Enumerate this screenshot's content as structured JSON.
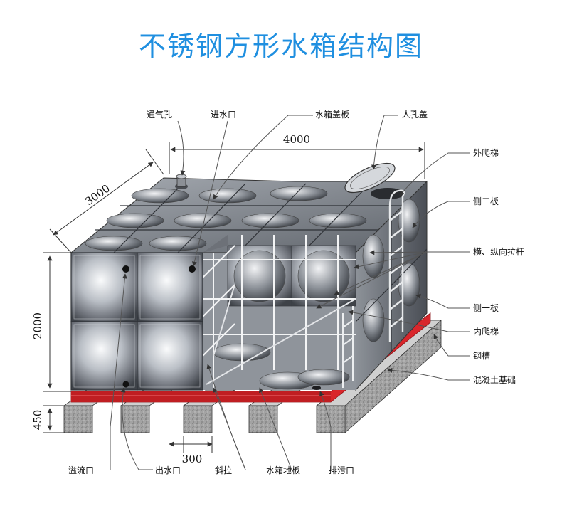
{
  "title": "不锈钢方形水箱结构图",
  "dimensions": {
    "length": "4000",
    "width": "3000",
    "height": "2000",
    "base_height": "450",
    "base_spacing": "300"
  },
  "labels": {
    "vent_hole": "通气孔",
    "water_inlet": "进水口",
    "tank_cover_plate": "水箱盖板",
    "manhole_cover": "人孔盖",
    "outer_ladder": "外爬梯",
    "side_plate_2": "侧二板",
    "tie_rods": "横、纵向拉杆",
    "side_plate_1": "侧一板",
    "inner_ladder": "内爬梯",
    "channel_steel": "钢槽",
    "concrete_foundation": "混凝土基础",
    "overflow": "溢流口",
    "water_outlet": "出水口",
    "diagonal_brace": "斜拉",
    "tank_floor_plate": "水箱地板",
    "drain": "排污口"
  },
  "colors": {
    "title": "#1f8fe0",
    "steel_base": "#c8ccd2",
    "channel_steel": "#d9262b",
    "concrete": "#9a9a9a",
    "leader_line": "#555555"
  }
}
